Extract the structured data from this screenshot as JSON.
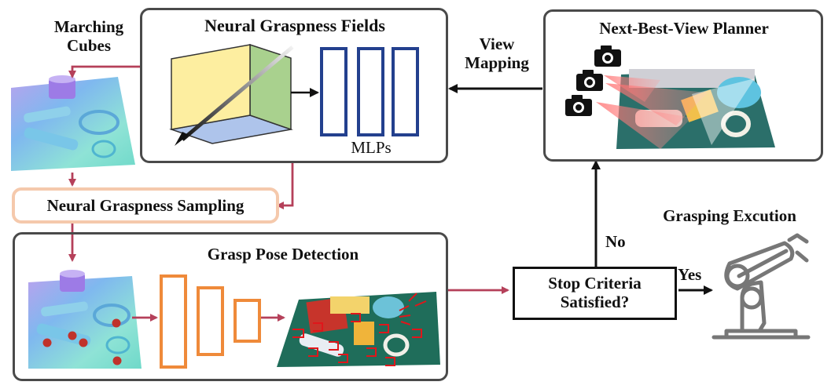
{
  "labels": {
    "marching_cubes": "Marching\nCubes",
    "neural_graspness_fields": "Neural Graspness Fields",
    "mlps": "MLPs",
    "view_mapping": "View\nMapping",
    "next_best_view_planner": "Next-Best-View Planner",
    "neural_graspness_sampling": "Neural Graspness Sampling",
    "grasp_pose_detection": "Grasp Pose Detection",
    "stop_criteria": "Stop Criteria\nSatisfied?",
    "no": "No",
    "yes": "Yes",
    "grasping_execution": "Grasping Excution"
  },
  "colors": {
    "flow_arrow": "#b5405a",
    "black_arrow": "#111111",
    "cube_front": "#fdeea0",
    "cube_side": "#a9d18e",
    "cube_bottom": "#aec4eb",
    "mlp_stroke": "#23408e",
    "cnn_stroke": "#ef8a3a",
    "sampling_border": "#f5c9ac",
    "grasp_marker": "#c0322b",
    "robot": "#777777"
  },
  "icons": [
    "camera-icon",
    "robot-arm-icon"
  ]
}
